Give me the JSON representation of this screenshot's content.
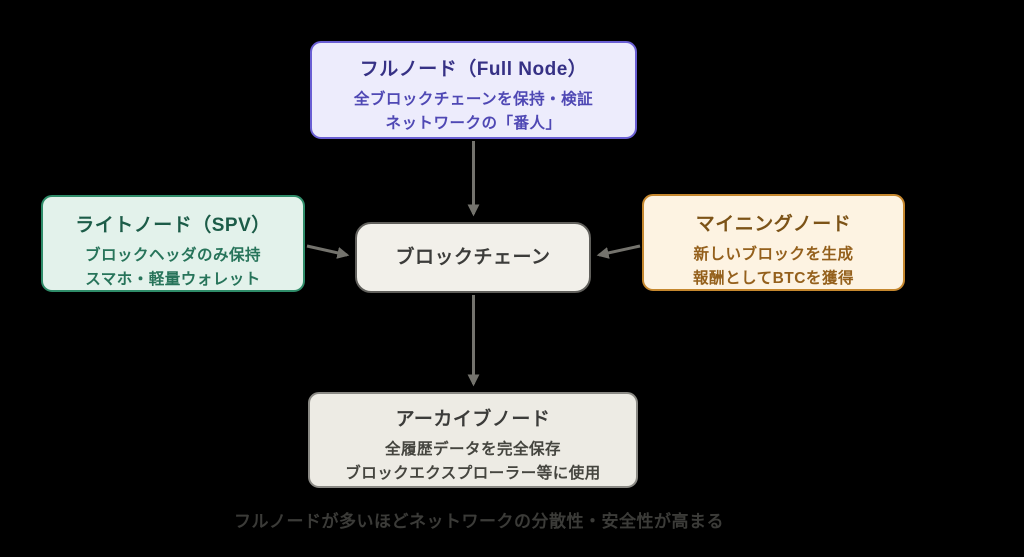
{
  "diagram": {
    "background": "#000000",
    "arrow_color": "#74736d",
    "nodes": {
      "full_node": {
        "title": "フルノード（Full Node）",
        "lines": [
          "全ブロックチェーンを保持・検証",
          "ネットワークの「番人」"
        ],
        "bg": "#edecfc",
        "border": "#6a5fd3",
        "title_color": "#363185",
        "body_color": "#4f48b4"
      },
      "light_node": {
        "title": "ライトノード（SPV）",
        "lines": [
          "ブロックヘッダのみ保持",
          "スマホ・軽量ウォレット"
        ],
        "bg": "#e3f2eb",
        "border": "#2f8c69",
        "title_color": "#1c5c48",
        "body_color": "#27745a"
      },
      "mining_node": {
        "title": "マイニングノード",
        "lines": [
          "新しいブロックを生成",
          "報酬としてBTCを獲得"
        ],
        "bg": "#fdf3e2",
        "border": "#c5872e",
        "title_color": "#7c5317",
        "body_color": "#94601c"
      },
      "blockchain": {
        "title": "ブロックチェーン",
        "bg": "#f2f0ea",
        "border": "#61605c",
        "title_color": "#3c3c3a"
      },
      "archive_node": {
        "title": "アーカイブノード",
        "lines": [
          "全履歴データを完全保存",
          "ブロックエクスプローラー等に使用"
        ],
        "bg": "#edebe4",
        "border": "#8a8984",
        "title_color": "#3c3c3a",
        "body_color": "#45453f"
      }
    },
    "caption": "フルノードが多いほどネットワークの分散性・安全性が高まる"
  }
}
